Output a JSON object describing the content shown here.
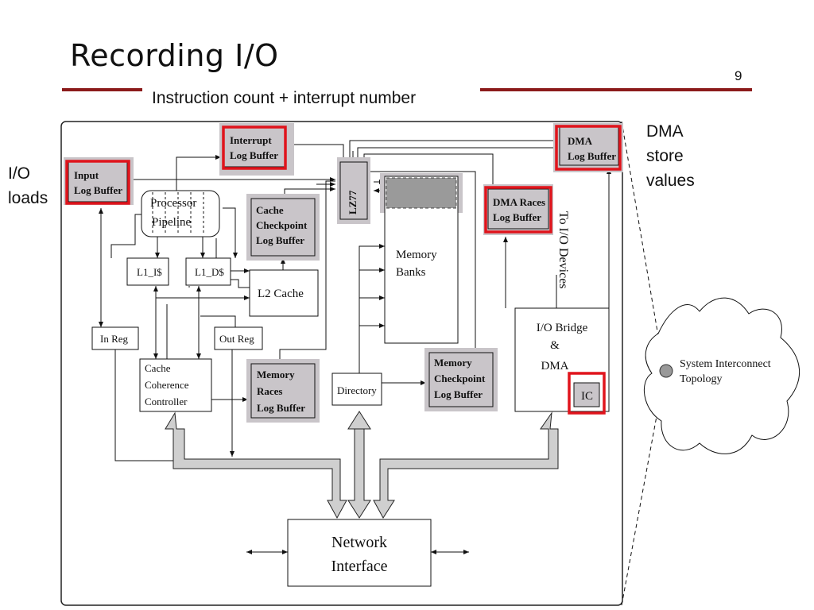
{
  "slide": {
    "title": "Recording I/O",
    "number": "9",
    "subtitle": "Instruction count + interrupt number"
  },
  "labels": {
    "io_loads_line1": "I/O",
    "io_loads_line2": "loads",
    "dma_line1": "DMA",
    "dma_line2": "store",
    "dma_line3": "values"
  },
  "diagram": {
    "interrupt_log": [
      "Interrupt",
      "Log Buffer"
    ],
    "input_log": [
      "Input",
      "Log Buffer"
    ],
    "processor_pipeline": [
      "Processor",
      "Pipeline"
    ],
    "cache_checkpoint": [
      "Cache",
      "Checkpoint",
      "Log Buffer"
    ],
    "lz77": "LZ77",
    "memory_banks": [
      "Memory",
      "Banks"
    ],
    "dma_log": [
      "DMA",
      "Log Buffer"
    ],
    "dma_races": [
      "DMA Races",
      "Log Buffer"
    ],
    "to_io_devices": "To I/O Devices",
    "l1_i": "L1_I$",
    "l1_d": "L1_D$",
    "l2_cache": "L2 Cache",
    "in_reg": "In Reg",
    "out_reg": "Out Reg",
    "cache_coherence": [
      "Cache",
      "Coherence",
      "Controller"
    ],
    "memory_races": [
      "Memory",
      "Races",
      "Log Buffer"
    ],
    "directory": "Directory",
    "memory_checkpoint": [
      "Memory",
      "Checkpoint",
      "Log Buffer"
    ],
    "io_bridge": [
      "I/O Bridge",
      "&",
      "DMA"
    ],
    "ic": "IC",
    "network_interface": [
      "Network",
      "Interface"
    ],
    "system_interconnect": [
      "System Interconnect",
      "Topology"
    ]
  },
  "colors": {
    "title_rule": "#8b1a1a",
    "highlight_red": "#e0141c",
    "log_buffer_fill": "#c9c5c9",
    "memory_shade": "#9a9a9a"
  }
}
